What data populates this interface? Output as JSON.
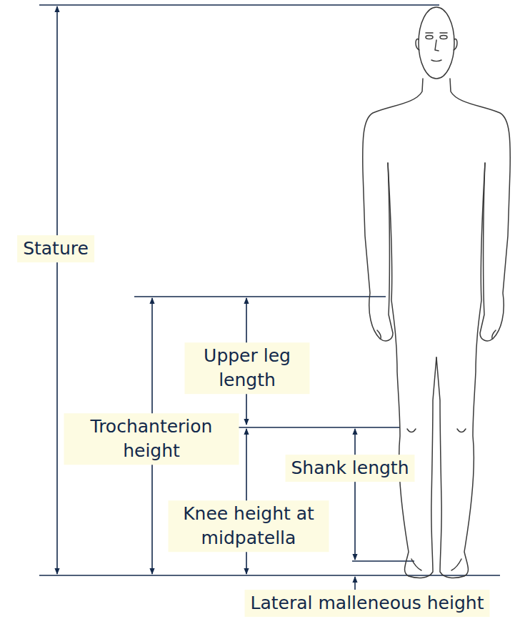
{
  "diagram": {
    "labels": [
      "Stature",
      "Upper leg length",
      "Trochanterion height",
      "Shank length",
      "Knee height at midpatella",
      "Lateral malleneous height"
    ]
  }
}
